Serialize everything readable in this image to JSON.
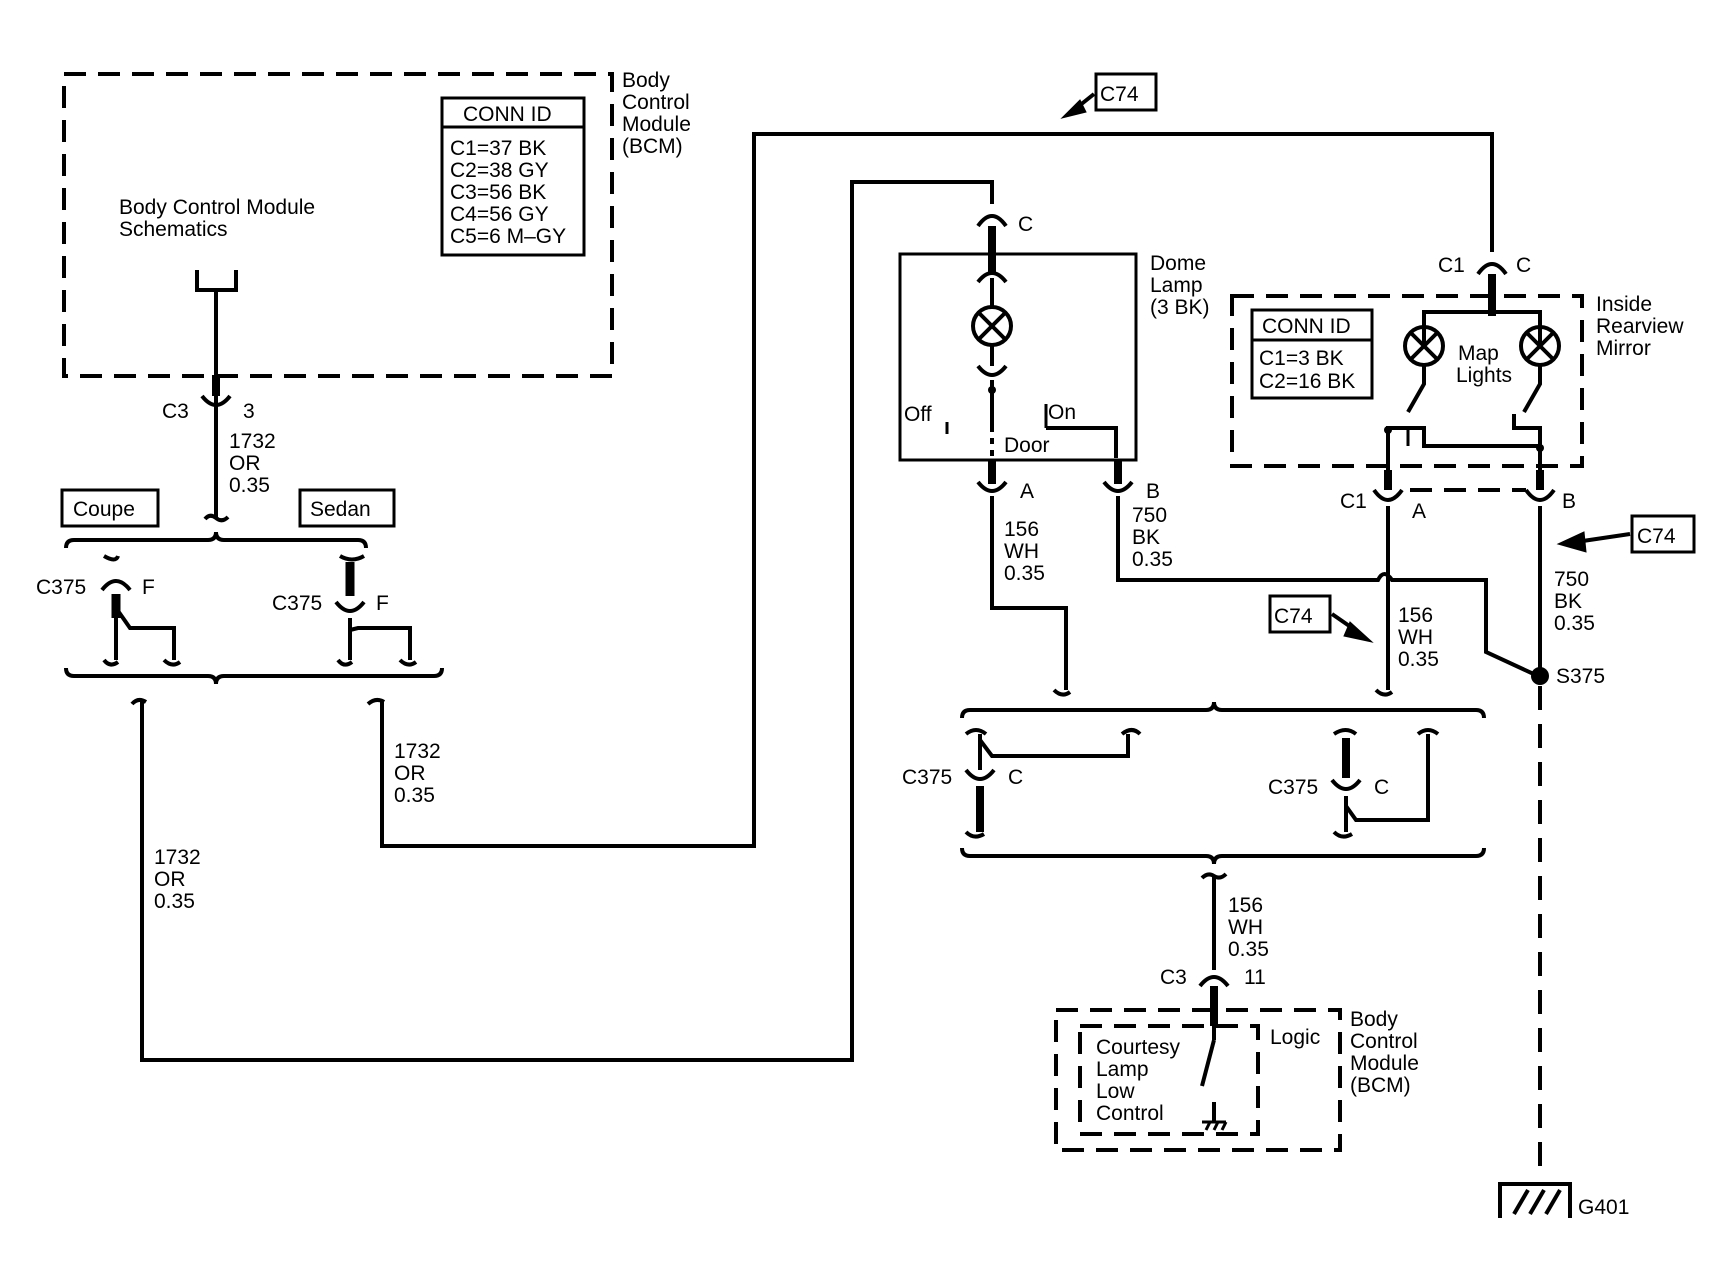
{
  "bcm_top": {
    "title_lines": [
      "Body",
      "Control",
      "Module",
      "(BCM)"
    ],
    "schematics_lines": [
      "Body Control Module",
      "Schematics"
    ],
    "conn_id": {
      "header": "CONN ID",
      "rows": [
        "C1=37 BK",
        "C2=38 GY",
        "C3=56 BK",
        "C4=56 GY",
        "C5=6 M–GY"
      ]
    },
    "connector": {
      "name": "C3",
      "pin": "3"
    },
    "wire": [
      "1732",
      "OR",
      "0.35"
    ]
  },
  "options": {
    "coupe": "Coupe",
    "sedan": "Sedan"
  },
  "c375_left": {
    "coupe": {
      "name": "C375",
      "pin": "F"
    },
    "sedan": {
      "name": "C375",
      "pin": "F"
    }
  },
  "wire_1732_a": [
    "1732",
    "OR",
    "0.35"
  ],
  "wire_1732_b": [
    "1732",
    "OR",
    "0.35"
  ],
  "c74_tags": [
    "C74",
    "C74",
    "C74"
  ],
  "dome_lamp": {
    "title_lines": [
      "Dome",
      "Lamp",
      "(3 BK)"
    ],
    "pin_top": "C",
    "switch": {
      "off": "Off",
      "on": "On",
      "door": "Door"
    },
    "pin_a": "A",
    "pin_b": "B"
  },
  "wire_156_dome": [
    "156",
    "WH",
    "0.35"
  ],
  "wire_750_dome": [
    "750",
    "BK",
    "0.35"
  ],
  "mirror": {
    "title_lines": [
      "Inside",
      "Rearview",
      "Mirror"
    ],
    "conn_id": {
      "header": "CONN ID",
      "rows": [
        "C1=3 BK",
        "C2=16 BK"
      ]
    },
    "map_lights": [
      "Map",
      "Lights"
    ],
    "top_conn": {
      "name": "C1",
      "pin": "C"
    },
    "a_conn": {
      "name": "C1",
      "pin": "A"
    },
    "b_pin": "B"
  },
  "wire_156_mirror": [
    "156",
    "WH",
    "0.35"
  ],
  "wire_750_mirror": [
    "750",
    "BK",
    "0.35"
  ],
  "splice": "S375",
  "c375_right": {
    "left": {
      "name": "C375",
      "pin": "C"
    },
    "right": {
      "name": "C375",
      "pin": "C"
    }
  },
  "wire_156_bottom": [
    "156",
    "WH",
    "0.35"
  ],
  "bcm_bottom": {
    "connector": {
      "name": "C3",
      "pin": "11"
    },
    "logic": "Logic",
    "control_lines": [
      "Courtesy",
      "Lamp",
      "Low",
      "Control"
    ],
    "title_lines": [
      "Body",
      "Control",
      "Module",
      "(BCM)"
    ]
  },
  "ground": "G401"
}
